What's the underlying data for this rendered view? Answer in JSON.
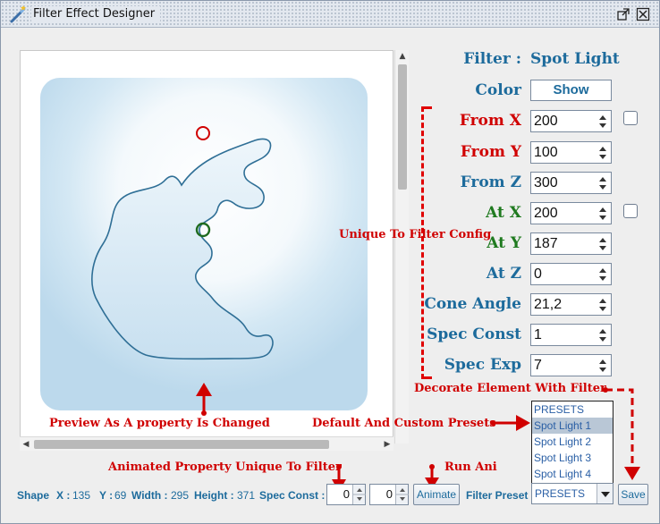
{
  "window": {
    "title": "Filter Effect Designer",
    "maximize_icon": "maximize-icon",
    "close_icon": "close-icon"
  },
  "filter": {
    "label": "Filter :",
    "value": "Spot Light",
    "color_label": "Color",
    "show_button": "Show"
  },
  "properties": [
    {
      "label": "From X",
      "value": "200",
      "tone": "red"
    },
    {
      "label": "From Y",
      "value": "100",
      "tone": "red"
    },
    {
      "label": "From Z",
      "value": "300",
      "tone": "blue"
    },
    {
      "label": "At X",
      "value": "200",
      "tone": "green"
    },
    {
      "label": "At Y",
      "value": "187",
      "tone": "green"
    },
    {
      "label": "At Z",
      "value": "0",
      "tone": "blue"
    },
    {
      "label": "Cone Angle",
      "value": "21,2",
      "tone": "blue"
    },
    {
      "label": "Spec Const",
      "value": "1",
      "tone": "blue"
    },
    {
      "label": "Spec Exp",
      "value": "7",
      "tone": "blue"
    }
  ],
  "annotations": {
    "unique_config": "Unique To Filter Config",
    "decorate": "Decorate Element With Filter",
    "preview": "Preview As A property Is Changed",
    "presets": "Default And Custom Presets",
    "animated": "Animated Property Unique To Filter",
    "run_ani": "Run Ani"
  },
  "presets": {
    "items": [
      "PRESETS",
      "Spot Light 1",
      "Spot Light 2",
      "Spot Light 3",
      "Spot Light 4"
    ],
    "selected_index": 1,
    "combo_value": "PRESETS"
  },
  "bottom": {
    "shape_label": "Shape",
    "x_label": "X :",
    "x_value": "135",
    "y_label": "Y :",
    "y_value": "69",
    "width_label": "Width :",
    "width_value": "295",
    "height_label": "Height :",
    "height_value": "371",
    "spec_const_label": "Spec Const :",
    "spin1_value": "0",
    "spin2_value": "0",
    "animate_button": "Animate",
    "filter_preset_label": "Filter Preset",
    "save_button": "Save"
  },
  "colors": {
    "label_blue": "#1d6b9c",
    "label_red": "#d00000",
    "label_green": "#1f7a1f",
    "annotation_red": "#d00000"
  }
}
